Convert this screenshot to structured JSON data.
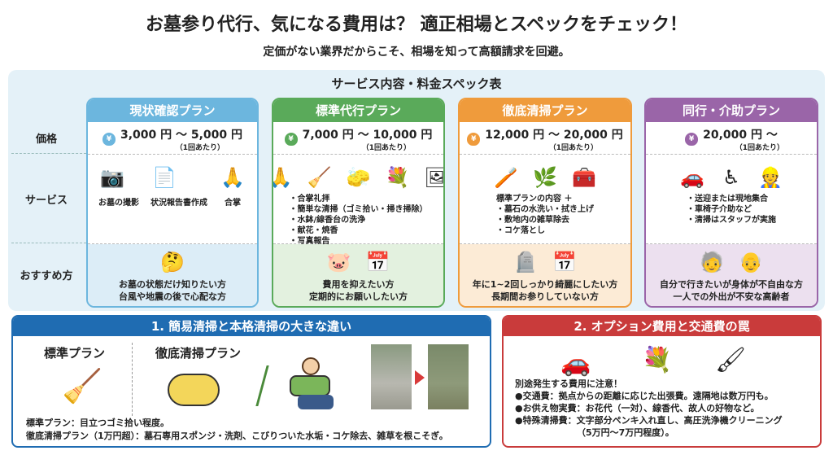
{
  "header": {
    "title": "お墓参り代行、気になる費用は？ 適正相場とスペックをチェック！",
    "subtitle": "定価がない業界だからこそ、相場を知って高額請求を回避。"
  },
  "table": {
    "title": "サービス内容・料金スペック表",
    "row_labels": [
      "価格",
      "サービス",
      "おすすめ方"
    ],
    "plans": [
      {
        "name": "現状確認プラン",
        "color": "#6cb6de",
        "tint": "#dcedf7",
        "price": "3,000 円 ～ 5,000 円",
        "per": "（1回あたり）",
        "icons": [
          "camera-icon",
          "document-icon",
          "praying-hands-icon"
        ],
        "icon_labels": [
          "お墓の撮影",
          "状況報告書作成",
          "合掌"
        ],
        "items": [],
        "recommend": [
          "お墓の状態だけ知りたい方",
          "台風や地震の後で心配な方"
        ],
        "rec_icons": [
          "thinking-person-icon"
        ]
      },
      {
        "name": "標準代行プラン",
        "color": "#5aaa5a",
        "tint": "#e3f1df",
        "price": "7,000 円 ～ 10,000 円",
        "per": "（1回あたり）",
        "icons": [
          "praying-hands-icon",
          "broom-icon",
          "sponge-icon",
          "flowers-incense-icon",
          "photo-icon"
        ],
        "icon_labels": [],
        "items": [
          "・合掌礼拝",
          "・簡単な清掃（ゴミ拾い・掃き掃除）",
          "・水鉢/線香台の洗浄",
          "・献花・焼香",
          "・写真報告"
        ],
        "recommend": [
          "費用を抑えたい方",
          "定期的にお願いしたい方"
        ],
        "rec_icons": [
          "piggy-bank-icon",
          "calendar-icon"
        ]
      },
      {
        "name": "徹底清掃プラン",
        "color": "#ef9b3c",
        "tint": "#fcebd6",
        "price": "12,000 円 ～ 20,000 円",
        "per": "（1回あたり）",
        "icons": [
          "brush-icon",
          "weed-icon",
          "scraper-icon"
        ],
        "icon_labels": [],
        "items": [
          "標準プランの内容 ＋",
          "・墓石の水洗い・拭き上げ",
          "・敷地内の雑草除去",
          "・コケ落とし"
        ],
        "recommend": [
          "年に1~2回しっかり綺麗にしたい方",
          "長期間お参りしていない方"
        ],
        "rec_icons": [
          "gravestone-icon",
          "calendar-icon"
        ]
      },
      {
        "name": "同行・介助プラン",
        "color": "#9a65a8",
        "tint": "#ece0ef",
        "price": "20,000 円 ～",
        "per": "（1回あたり）",
        "icons": [
          "car-icon",
          "wheelchair-icon",
          "staff-icon"
        ],
        "icon_labels": [],
        "items": [
          "・送迎または現地集合",
          "・車椅子介助など",
          "・清掃はスタッフが実施"
        ],
        "recommend": [
          "自分で行きたいが身体が不自由な方",
          "一人での外出が不安な高齢者"
        ],
        "rec_icons": [
          "elderly-cane-icon",
          "elderly-couple-icon"
        ]
      }
    ]
  },
  "section1": {
    "title": "1. 簡易清掃と本格清掃の大きな違い",
    "color": "#1f6cb2",
    "label_standard": "標準プラン",
    "label_thorough": "徹底清掃プラン",
    "lines": [
      "標準プラン：目立つゴミ拾い程度。",
      "徹底清掃プラン（1万円超）：墓石専用スポンジ・洗剤、こびりついた水垢・コケ除去、雑草を根こそぎ。"
    ]
  },
  "section2": {
    "title": "2. オプション費用と交通費の罠",
    "color": "#c93b3b",
    "lines": [
      "別途発生する費用に注意！",
      "●交通費：拠点からの距離に応じた出張費。遠隔地は数万円も。",
      "●お供え物実費：お花代（一対）、線香代、故人の好物など。",
      "●特殊清掃費：文字部分ペンキ入れ直し、高圧洗浄機クリーニング",
      "（5万円～7万円程度）。"
    ]
  }
}
